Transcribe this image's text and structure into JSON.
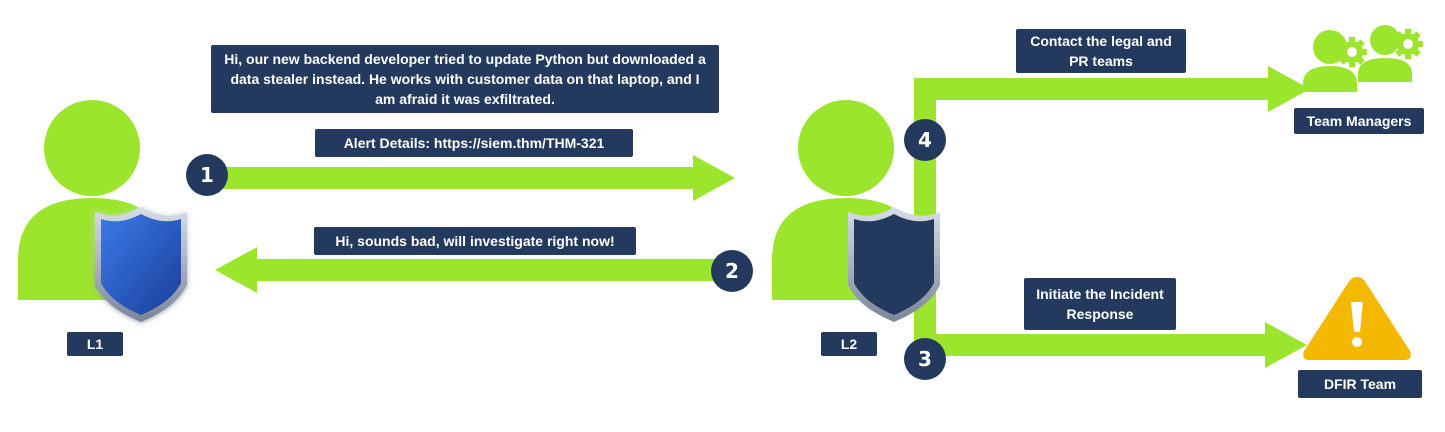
{
  "messages": {
    "report": "Hi, our new backend developer tried to update Python but downloaded a data stealer instead. He works with customer data on that laptop, and I am afraid it was exfiltrated.",
    "alert": "Alert Details: https://siem.thm/THM-321",
    "reply": "Hi, sounds bad, will investigate right now!",
    "legal": "Contact the legal and PR teams",
    "incident": "Initiate the Incident Response"
  },
  "roles": {
    "l1": "L1",
    "l2": "L2",
    "managers": "Team Managers",
    "dfir": "DFIR Team"
  },
  "steps": [
    "1",
    "2",
    "3",
    "4"
  ],
  "colors": {
    "arrow": "#9be52c",
    "person": "#9be52c",
    "navy": "#233a5e",
    "shield_l1": "#2b5fc9",
    "warning": "#f5b800"
  }
}
